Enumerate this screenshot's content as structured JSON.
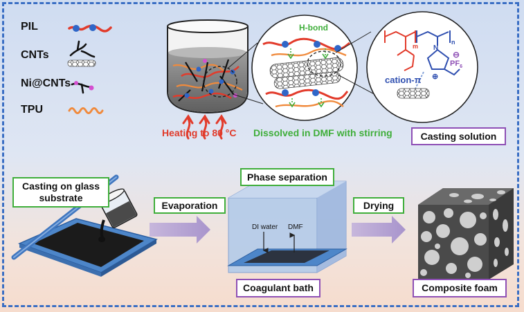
{
  "legend": {
    "items": [
      {
        "label": "PIL"
      },
      {
        "label": "CNTs"
      },
      {
        "label": "Ni@CNTs"
      },
      {
        "label": "TPU"
      }
    ]
  },
  "top": {
    "heating": "Heating to 80 °C",
    "dissolved": "Dissolved in DMF with stirring",
    "hbond": "H-bond",
    "cation_pi": "cation-π",
    "casting_solution": "Casting solution",
    "chem": {
      "m": "m",
      "n": "n",
      "n_atom": "N",
      "anion_base": "PF",
      "anion_sub": "6",
      "minus": "⊖",
      "plus": "⊕"
    }
  },
  "steps": {
    "casting": "Casting on glass substrate",
    "evaporation": "Evaporation",
    "phase_separation": "Phase separation",
    "di_water": "DI water",
    "dmf": "DMF",
    "drying": "Drying",
    "coagulant_bath": "Coagulant bath",
    "composite_foam": "Composite foam"
  },
  "colors": {
    "green_border": "#3fae3a",
    "purple_border": "#8e4fb5",
    "frame": "#3b6fc4",
    "red_text": "#e03a2a",
    "green_text": "#3fae3a",
    "blue_text": "#2f4fb0"
  }
}
